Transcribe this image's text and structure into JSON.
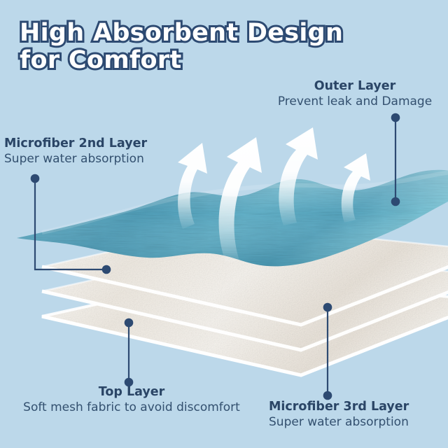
{
  "background_color": "#bcd8ea",
  "accent_color": "#2d4a72",
  "title": {
    "line1": "High Absorbent Design",
    "line2": "for Comfort",
    "fill_color": "#ffffff",
    "outline_color": "#2d4a72"
  },
  "callouts": [
    {
      "id": "outer",
      "title": "Outer Layer",
      "subtitle": "Prevent leak and Damage"
    },
    {
      "id": "microfiber2",
      "title": "Microfiber 2nd Layer",
      "subtitle": "Super water absorption"
    },
    {
      "id": "top",
      "title": "Top Layer",
      "subtitle": "Soft mesh fabric to avoid discomfort"
    },
    {
      "id": "microfiber3",
      "title": "Microfiber 3rd Layer",
      "subtitle": "Super water absorption"
    }
  ],
  "illustration": {
    "top_layer_color_light": "#74bcd2",
    "top_layer_color_dark": "#4893ae",
    "fabric_layer_color": "#f3efe9",
    "arrow_color": "#ffffff",
    "arrow_count": 4
  }
}
